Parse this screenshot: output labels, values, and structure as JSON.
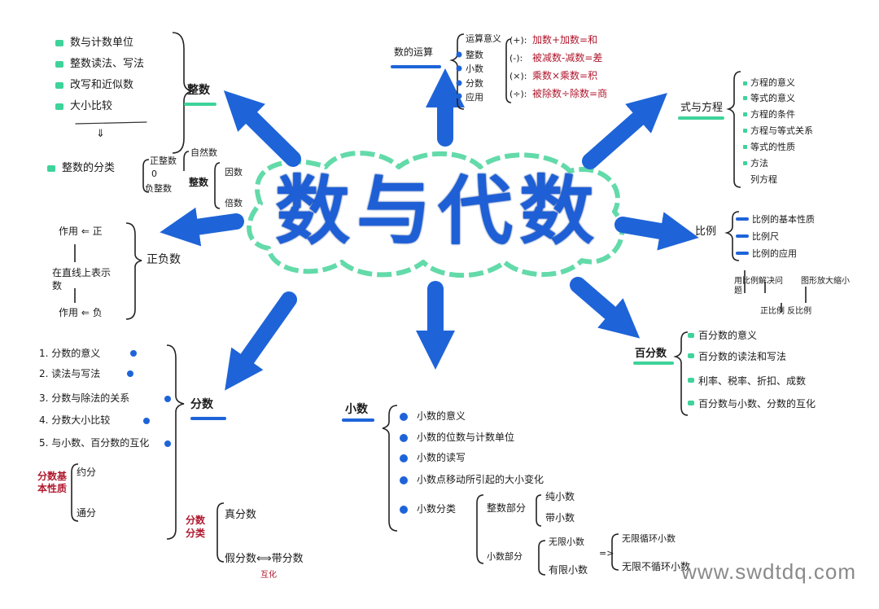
{
  "title": "数与代数",
  "watermark": "www.swdtdq.com",
  "integers": {
    "label": "整数",
    "items": [
      "数与计数单位",
      "整数读法、写法",
      "改写和近似数",
      "大小比较"
    ],
    "classification_label": "整数的分类",
    "class_left": [
      "正整数",
      "0",
      "负整数"
    ],
    "class_mid": [
      "自然数",
      "整数"
    ],
    "class_right": [
      "因数",
      "倍数"
    ]
  },
  "operations": {
    "label": "数的运算",
    "left": [
      "运算意义",
      "整数",
      "小数",
      "分数",
      "应用"
    ],
    "ops": [
      "(+):",
      "(-):",
      "(×):",
      "(÷):"
    ],
    "formulas": [
      "加数+加数=和",
      "被减数-减数=差",
      "乘数×乘数=积",
      "被除数÷除数=商"
    ]
  },
  "equations": {
    "label": "式与方程",
    "items": [
      "方程的意义",
      "等式的意义",
      "方程的条件",
      "方程与等式关系",
      "等式的性质",
      "方法",
      "列方程"
    ]
  },
  "ratio": {
    "label": "比例",
    "items": [
      "比例的基本性质",
      "比例尺",
      "比例的应用"
    ],
    "sub_left": "用比例解决问题",
    "sub_right": "图形放大缩小",
    "sub_bottom": "正比例 反比例"
  },
  "signed": {
    "label": "正负数",
    "top": "作用 ⇐ 正",
    "middle": "在直线上表示数",
    "bottom": "作用 ⇐ 负"
  },
  "percent": {
    "label": "百分数",
    "items": [
      "百分数的意义",
      "百分数的读法和写法",
      "利率、税率、折扣、成数",
      "百分数与小数、分数的互化"
    ]
  },
  "fractions": {
    "label": "分数",
    "items": [
      "1. 分数的意义",
      "2. 读法与写法",
      "3. 分数与除法的关系",
      "4. 分数大小比较",
      "5. 与小数、百分数的互化"
    ],
    "basic_label": "分数基本性质",
    "basic_items": [
      "约分",
      "通分"
    ],
    "class_label": "分数分类",
    "class_items": [
      "真分数",
      "假分数⟺带分数"
    ],
    "hua": "互化"
  },
  "decimals": {
    "label": "小数",
    "items": [
      "小数的意义",
      "小数的位数与计数单位",
      "小数的读写",
      "小数点移动所引起的大小变化",
      "小数分类"
    ],
    "int_part": "整数部分",
    "int_items": [
      "纯小数",
      "带小数"
    ],
    "dec_part": "小数部分",
    "dec_items": [
      "无限小数",
      "有限小数"
    ],
    "dec_right": [
      "无限循环小数",
      "无限不循环小数"
    ]
  }
}
